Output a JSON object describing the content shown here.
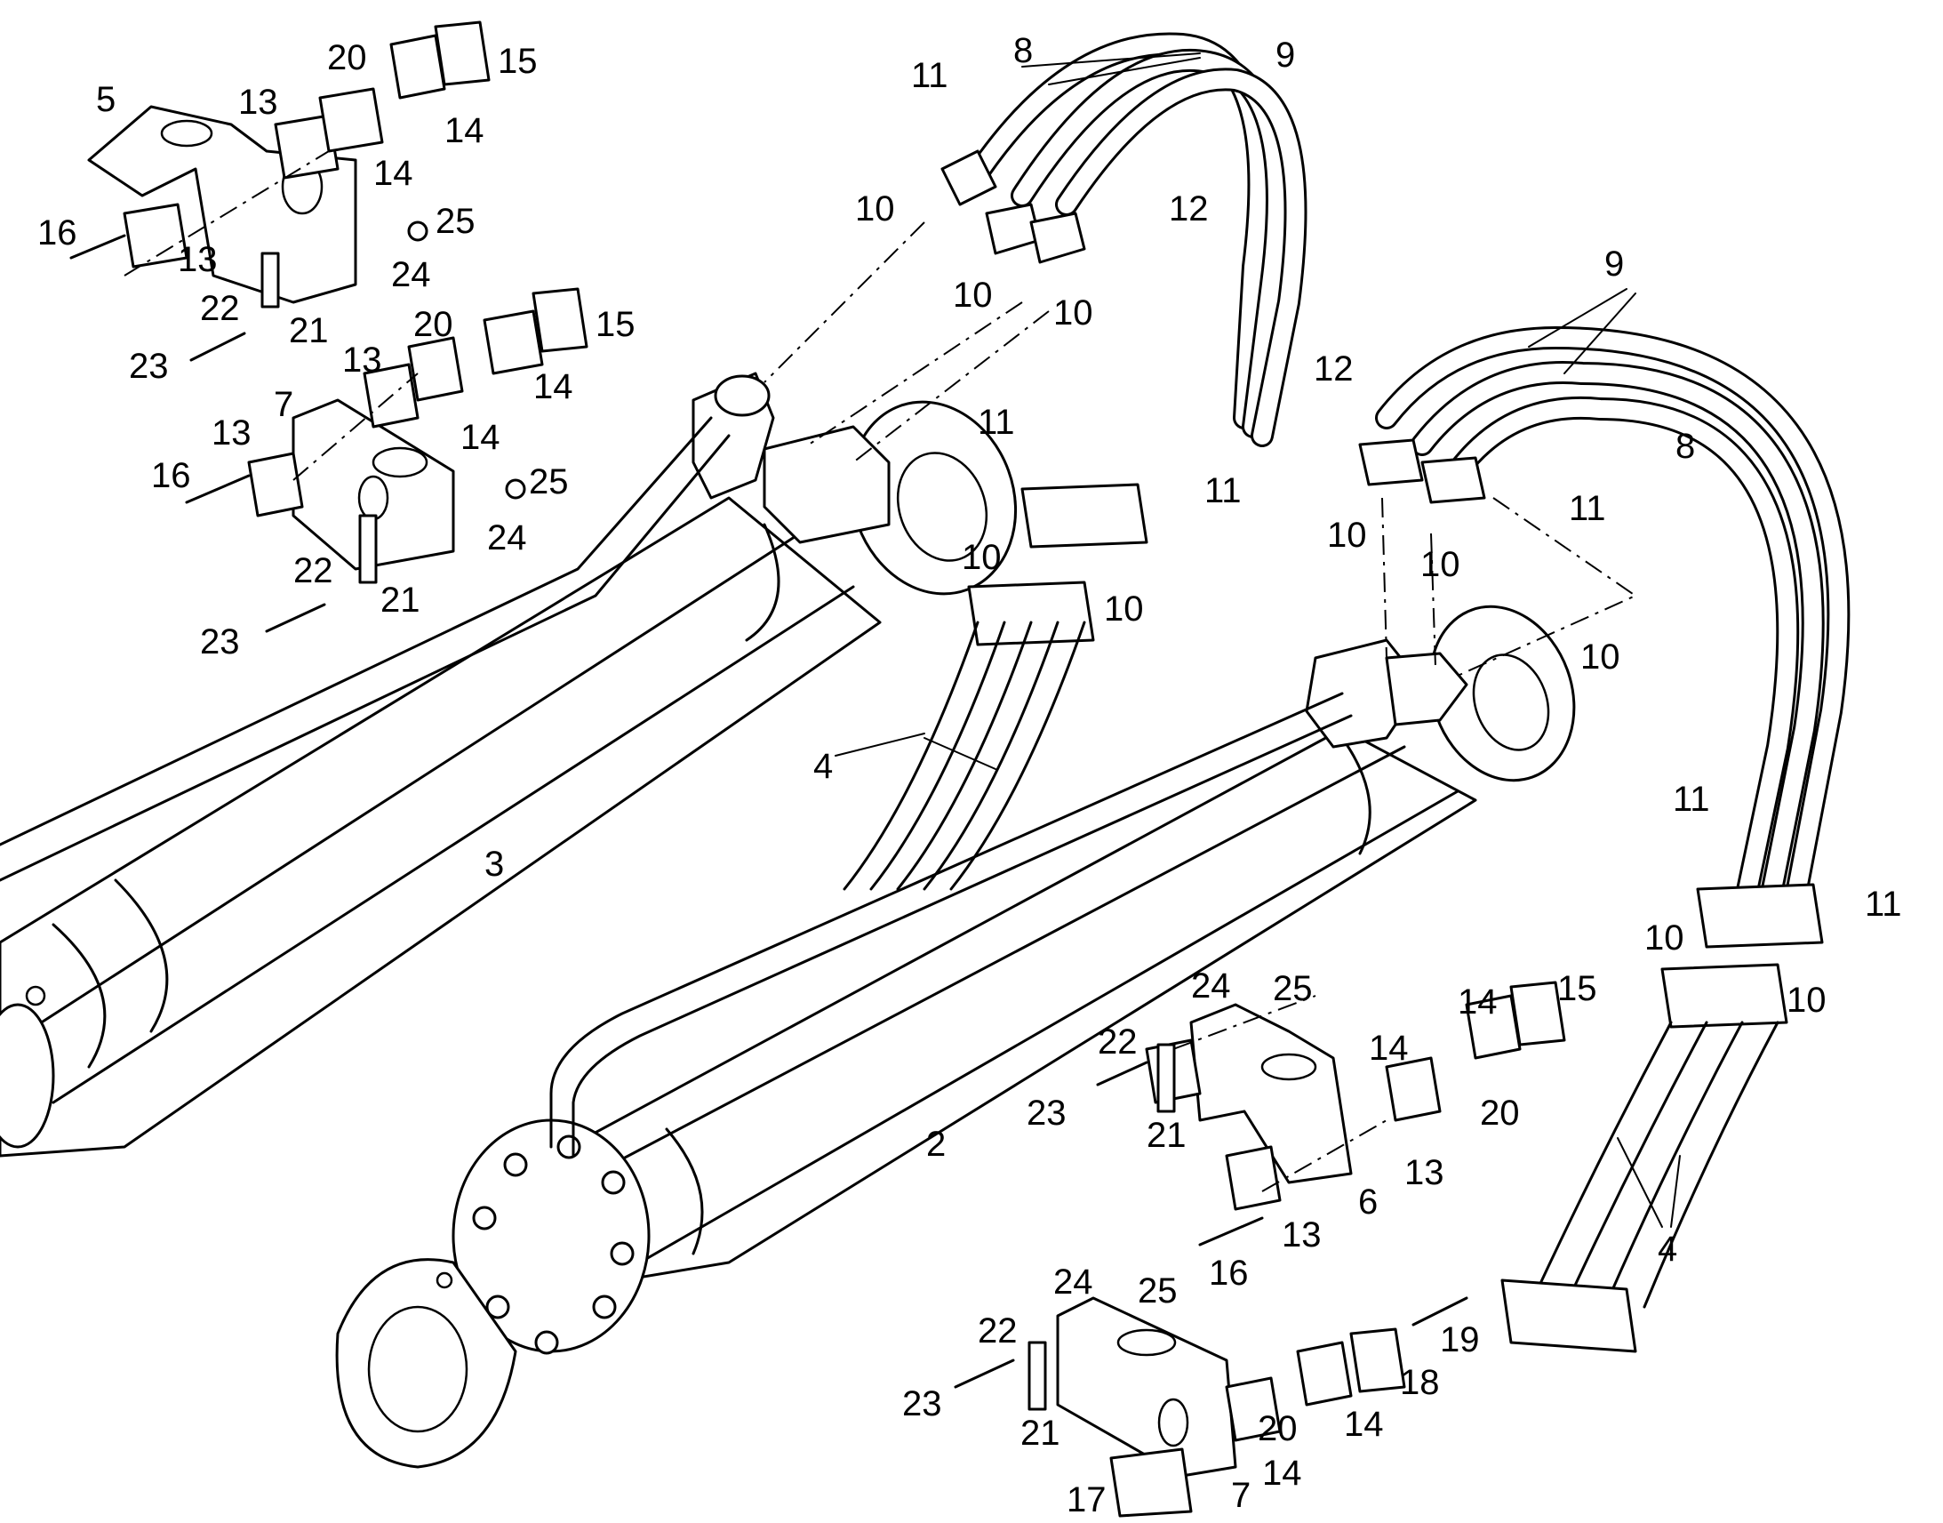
{
  "diagram": {
    "labels": [
      {
        "text": "5"
      },
      {
        "text": "20"
      },
      {
        "text": "15"
      },
      {
        "text": "13"
      },
      {
        "text": "14"
      },
      {
        "text": "14"
      },
      {
        "text": "16"
      },
      {
        "text": "13"
      },
      {
        "text": "25"
      },
      {
        "text": "24"
      },
      {
        "text": "22"
      },
      {
        "text": "21"
      },
      {
        "text": "23"
      },
      {
        "text": "20"
      },
      {
        "text": "15"
      },
      {
        "text": "13"
      },
      {
        "text": "7"
      },
      {
        "text": "13"
      },
      {
        "text": "14"
      },
      {
        "text": "14"
      },
      {
        "text": "16"
      },
      {
        "text": "25"
      },
      {
        "text": "24"
      },
      {
        "text": "22"
      },
      {
        "text": "21"
      },
      {
        "text": "23"
      },
      {
        "text": "11"
      },
      {
        "text": "8"
      },
      {
        "text": "9"
      },
      {
        "text": "10"
      },
      {
        "text": "12"
      },
      {
        "text": "10"
      },
      {
        "text": "10"
      },
      {
        "text": "11"
      },
      {
        "text": "11"
      },
      {
        "text": "10"
      },
      {
        "text": "10"
      },
      {
        "text": "4"
      },
      {
        "text": "3"
      },
      {
        "text": "9"
      },
      {
        "text": "12"
      },
      {
        "text": "8"
      },
      {
        "text": "11"
      },
      {
        "text": "10"
      },
      {
        "text": "10"
      },
      {
        "text": "10"
      },
      {
        "text": "11"
      },
      {
        "text": "11"
      },
      {
        "text": "10"
      },
      {
        "text": "10"
      },
      {
        "text": "24"
      },
      {
        "text": "25"
      },
      {
        "text": "15"
      },
      {
        "text": "14"
      },
      {
        "text": "22"
      },
      {
        "text": "14"
      },
      {
        "text": "23"
      },
      {
        "text": "21"
      },
      {
        "text": "20"
      },
      {
        "text": "13"
      },
      {
        "text": "2"
      },
      {
        "text": "6"
      },
      {
        "text": "13"
      },
      {
        "text": "16"
      },
      {
        "text": "4"
      },
      {
        "text": "24"
      },
      {
        "text": "25"
      },
      {
        "text": "22"
      },
      {
        "text": "19"
      },
      {
        "text": "23"
      },
      {
        "text": "18"
      },
      {
        "text": "21"
      },
      {
        "text": "20"
      },
      {
        "text": "14"
      },
      {
        "text": "14"
      },
      {
        "text": "17"
      },
      {
        "text": "7"
      }
    ]
  }
}
